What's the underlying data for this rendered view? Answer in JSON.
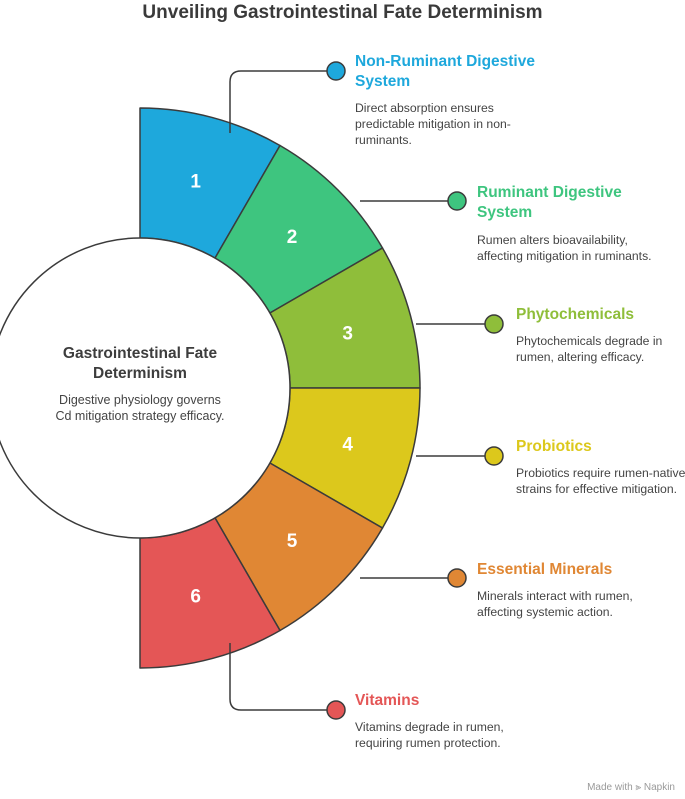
{
  "title": "Unveiling Gastrointestinal Fate Determinism",
  "center": {
    "title": "Gastrointestinal Fate Determinism",
    "description": "Digestive physiology governs Cd mitigation strategy efficacy."
  },
  "items": [
    {
      "number": "1",
      "title": "Non-Ruminant Digestive System",
      "description": "Direct absorption ensures predictable mitigation in non-ruminants.",
      "color": "#1ea8dc"
    },
    {
      "number": "2",
      "title": "Ruminant Digestive System",
      "description": "Rumen alters bioavailability, affecting mitigation in ruminants.",
      "color": "#3ec57f"
    },
    {
      "number": "3",
      "title": "Phytochemicals",
      "description": "Phytochemicals degrade in rumen, altering efficacy.",
      "color": "#8fbe3a"
    },
    {
      "number": "4",
      "title": "Probiotics",
      "description": "Probiotics require rumen-native strains for effective mitigation.",
      "color": "#dcc81c"
    },
    {
      "number": "5",
      "title": "Essential Minerals",
      "description": "Minerals interact with rumen, affecting systemic action.",
      "color": "#e08734"
    },
    {
      "number": "6",
      "title": "Vitamins",
      "description": "Vitamins degrade in rumen, requiring rumen protection.",
      "color": "#e45656"
    }
  ],
  "footer": "Made with ⫸ Napkin"
}
